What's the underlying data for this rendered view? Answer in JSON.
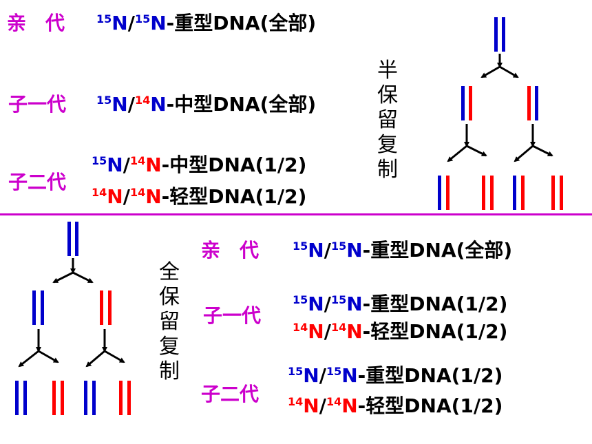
{
  "semi": {
    "label_chars": [
      "半",
      "保",
      "留",
      "复",
      "制"
    ],
    "generations": [
      {
        "name": "亲　代",
        "rows": [
          {
            "top": "15",
            "top_color": "blue",
            "bottom": "15",
            "bottom_color": "blue",
            "type": "-重型DNA(全部)"
          }
        ]
      },
      {
        "name": "子一代",
        "rows": [
          {
            "top": "15",
            "top_color": "blue",
            "bottom": "14",
            "bottom_color": "red",
            "type": "-中型DNA(全部)"
          }
        ]
      },
      {
        "name": "子二代",
        "rows": [
          {
            "top": "15",
            "top_color": "blue",
            "bottom": "14",
            "bottom_color": "red",
            "type": "-中型DNA(1/2)"
          },
          {
            "top": "14",
            "top_color": "red",
            "bottom": "14",
            "bottom_color": "red",
            "type": "-轻型DNA(1/2)"
          }
        ]
      }
    ]
  },
  "conservative": {
    "label_chars": [
      "全",
      "保",
      "留",
      "复",
      "制"
    ],
    "generations": [
      {
        "name": "亲　代",
        "rows": [
          {
            "top": "15",
            "top_color": "blue",
            "bottom": "15",
            "bottom_color": "blue",
            "type": "-重型DNA(全部)"
          }
        ]
      },
      {
        "name": "子一代",
        "rows": [
          {
            "top": "15",
            "top_color": "blue",
            "bottom": "15",
            "bottom_color": "blue",
            "type": "-重型DNA(1/2)"
          },
          {
            "top": "14",
            "top_color": "red",
            "bottom": "14",
            "bottom_color": "red",
            "type": "-轻型DNA(1/2)"
          }
        ]
      },
      {
        "name": "子二代",
        "rows": [
          {
            "top": "15",
            "top_color": "blue",
            "bottom": "15",
            "bottom_color": "blue",
            "type": "-重型DNA(1/2)"
          },
          {
            "top": "14",
            "top_color": "red",
            "bottom": "14",
            "bottom_color": "red",
            "type": "-轻型DNA(1/2)"
          }
        ]
      }
    ]
  },
  "element": "N",
  "separator": "/",
  "colors": {
    "heavy": "#0000cc",
    "light": "#ff0000",
    "generation_label": "#cc00cc",
    "divider": "#cc00cc"
  }
}
